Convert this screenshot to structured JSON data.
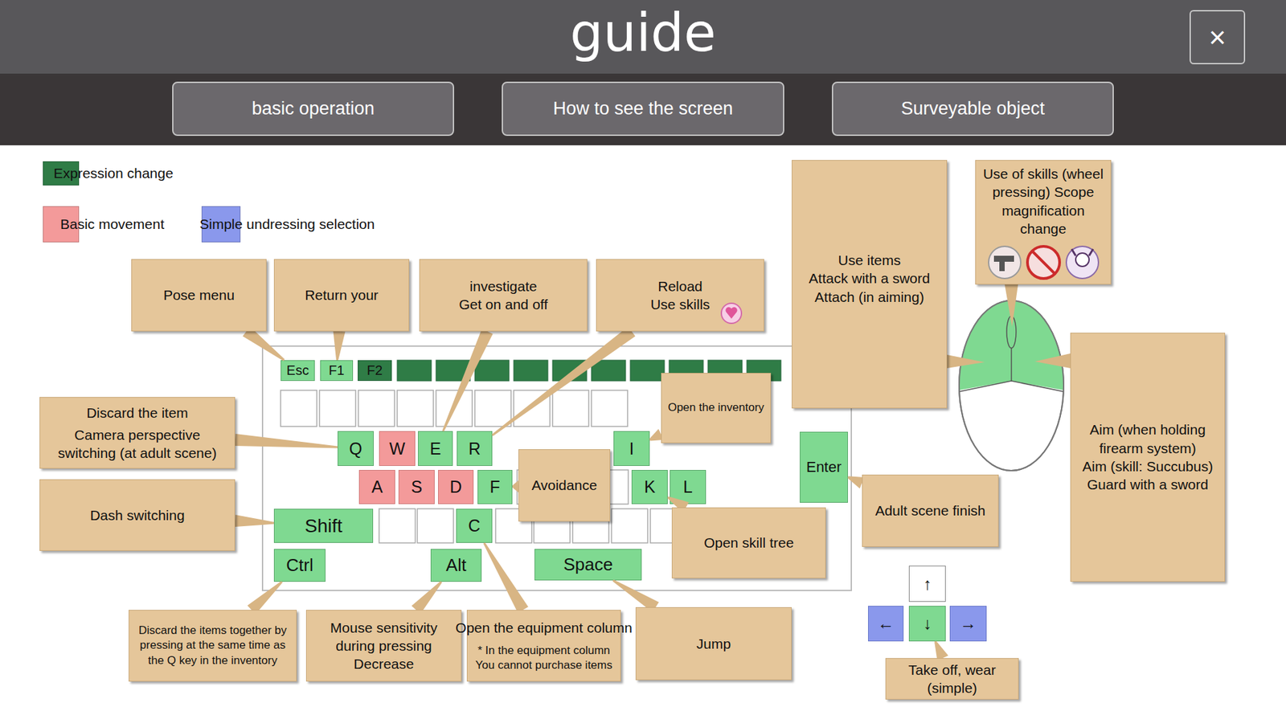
{
  "diagram": {
    "title": "guide",
    "nodes": [
      {
        "text": [
          "×"
        ]
      },
      {
        "text": [
          "basic operation"
        ]
      },
      {
        "text": [
          "How to see the screen"
        ]
      },
      {
        "text": [
          "Surveyable object"
        ]
      },
      {
        "text": [
          "Use items",
          "Attack with a sword",
          "Attach (in aiming)"
        ]
      },
      {
        "text": [
          "Use of skills (wheel pressing) Scope magnification change"
        ]
      },
      {
        "text": [
          "Pose menu"
        ]
      },
      {
        "text": [
          "Return your"
        ]
      },
      {
        "text": [
          "investigate",
          "Get on and off"
        ]
      },
      {
        "text": [
          "Reload",
          "Use skills"
        ]
      },
      {
        "text": [
          "Esc"
        ]
      },
      {
        "text": [
          "F1"
        ]
      },
      {
        "text": [
          "F2"
        ]
      },
      {
        "text": [
          "Aim (when holding firearm system)",
          "Aim (skill: Succubus)",
          "Guard with a sword"
        ]
      },
      {
        "text": [
          "Open the inventory"
        ]
      },
      {
        "text": [
          "Discard the item",
          "Camera perspective switching (at adult scene)"
        ]
      },
      {
        "text": [
          "Q"
        ]
      },
      {
        "text": [
          "W"
        ]
      },
      {
        "text": [
          "E"
        ]
      },
      {
        "text": [
          "R"
        ]
      },
      {
        "text": [
          "I"
        ]
      },
      {
        "text": [
          "Enter"
        ]
      },
      {
        "text": [
          "A"
        ]
      },
      {
        "text": [
          "S"
        ]
      },
      {
        "text": [
          "D"
        ]
      },
      {
        "text": [
          "F"
        ]
      },
      {
        "text": [
          "Avoidance"
        ]
      },
      {
        "text": [
          "K"
        ]
      },
      {
        "text": [
          "L"
        ]
      },
      {
        "text": [
          "Adult scene finish"
        ]
      },
      {
        "text": [
          "Dash switching"
        ]
      },
      {
        "text": [
          "Shift"
        ]
      },
      {
        "text": [
          "C"
        ]
      },
      {
        "text": [
          "Open skill tree"
        ]
      },
      {
        "text": [
          "Ctrl"
        ]
      },
      {
        "text": [
          "Alt"
        ]
      },
      {
        "text": [
          "Space"
        ]
      },
      {
        "text": [
          "↑"
        ]
      },
      {
        "text": [
          "←"
        ]
      },
      {
        "text": [
          "↓"
        ]
      },
      {
        "text": [
          "→"
        ]
      },
      {
        "text": [
          "Discard the items together by pressing at the same time as the Q key in the inventory"
        ]
      },
      {
        "text": [
          "Mouse sensitivity during pressing",
          "Decrease"
        ]
      },
      {
        "text": [
          "Open the equipment column",
          "* In the equipment column You cannot purchase items"
        ]
      },
      {
        "text": [
          "Jump"
        ]
      },
      {
        "text": [
          "Take off, wear (simple)"
        ]
      }
    ],
    "edges": [
      {
        "from": 6,
        "to": 10,
        "arrow": "none"
      },
      {
        "from": 7,
        "to": 11,
        "arrow": "none"
      },
      {
        "from": 8,
        "to": 18,
        "arrow": "none"
      },
      {
        "from": 9,
        "to": 19,
        "arrow": "none"
      },
      {
        "from": 15,
        "to": 16,
        "arrow": "none"
      },
      {
        "from": 30,
        "to": 31,
        "arrow": "none"
      },
      {
        "from": 14,
        "to": 20,
        "arrow": "none"
      },
      {
        "from": 26,
        "to": 25,
        "arrow": "none"
      },
      {
        "from": 33,
        "to": 27,
        "arrow": "none"
      },
      {
        "from": 29,
        "to": 21,
        "arrow": "none"
      },
      {
        "from": 41,
        "to": 34,
        "arrow": "none"
      },
      {
        "from": 42,
        "to": 35,
        "arrow": "none"
      },
      {
        "from": 43,
        "to": 32,
        "arrow": "none"
      },
      {
        "from": 44,
        "to": 36,
        "arrow": "none"
      },
      {
        "from": 45,
        "to": 39,
        "arrow": "none"
      }
    ],
    "legend": [
      {
        "text": "Expression change",
        "color": "#2f7c46"
      },
      {
        "text": "Basic movement",
        "color": "#f39a9a"
      },
      {
        "text": "Simple undressing selection",
        "color": "#8a98ec"
      }
    ]
  }
}
